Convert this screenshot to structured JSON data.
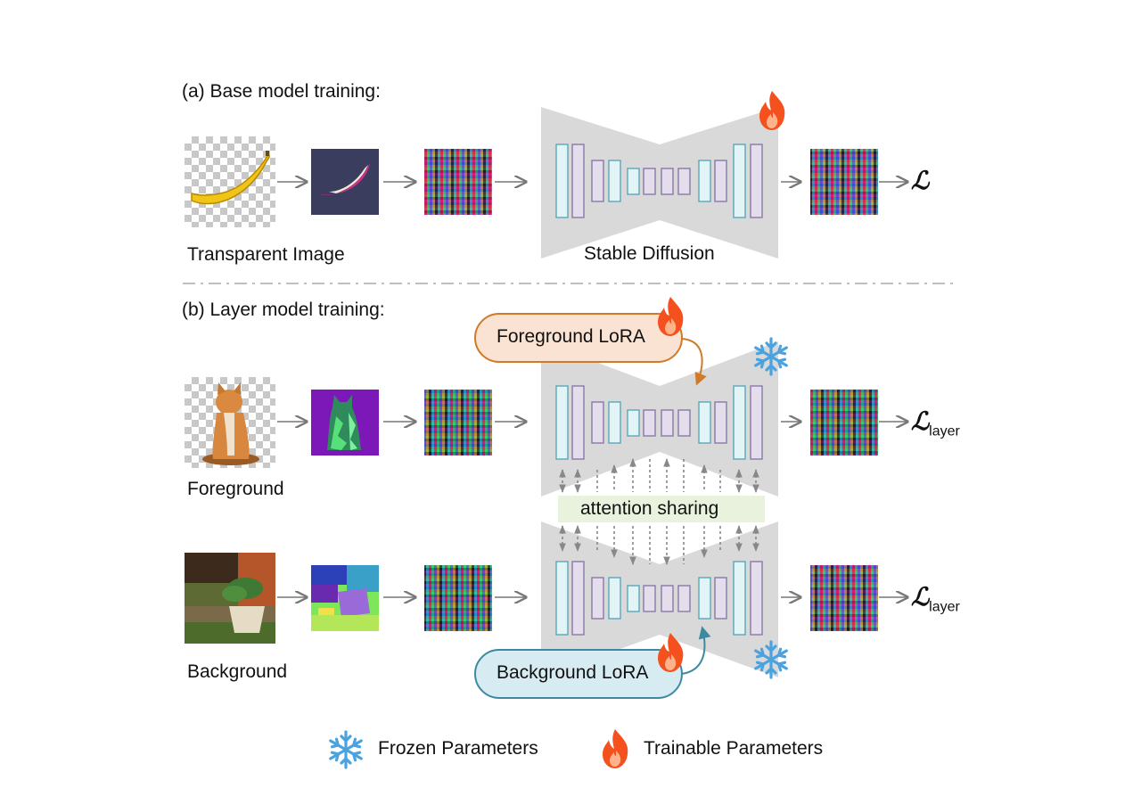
{
  "section_a": {
    "title": "(a) Base model training:",
    "label_input": "Transparent Image",
    "label_model": "Stable Diffusion",
    "loss": "ℒ"
  },
  "section_b": {
    "title": "(b) Layer model training:",
    "label_fg": "Foreground",
    "label_bg": "Background",
    "fg_lora": "Foreground LoRA",
    "bg_lora": "Background LoRA",
    "attention": "attention sharing",
    "loss_symbol": "ℒ",
    "loss_subscript": "layer"
  },
  "legend": {
    "frozen": "Frozen Parameters",
    "trainable": "Trainable Parameters"
  },
  "colors": {
    "unet_gray": "#d9d9d9",
    "block_cyan": "#e3f4f7",
    "block_purple": "#e4deec",
    "fg_lora_fill": "#fbe3d3",
    "fg_lora_stroke": "#d07a2a",
    "bg_lora_fill": "#d6ebf2",
    "bg_lora_stroke": "#3d8aa0",
    "attention_fill": "#e9f2dc",
    "flame": "#f4511e",
    "snowflake": "#4aa3df"
  },
  "icons": [
    "flame-icon",
    "snowflake-icon",
    "banana-image",
    "cat-image",
    "plant-image"
  ]
}
